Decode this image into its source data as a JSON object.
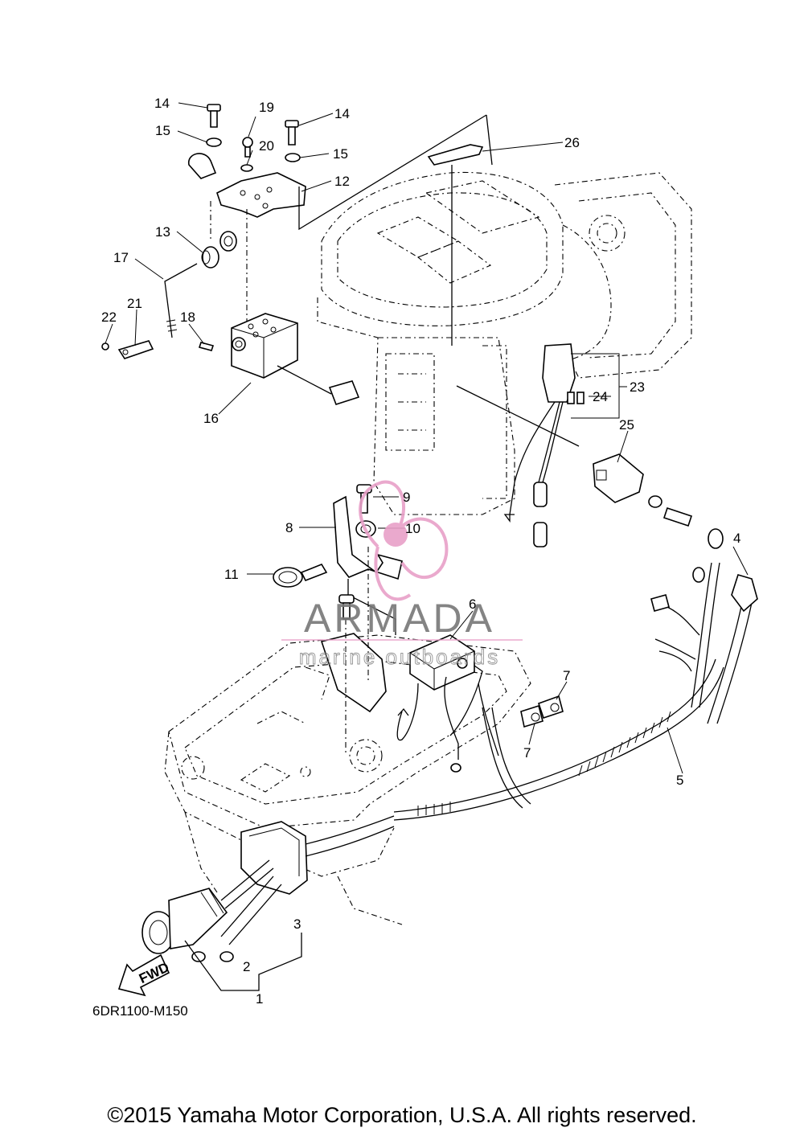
{
  "diagram_code": "6DR1100-M150",
  "copyright": "©2015 Yamaha Motor Corporation, U.S.A. All rights reserved.",
  "fwd_label": "FWD",
  "watermark": {
    "brand": "ARMADA",
    "tagline": "marine outboards",
    "color": "#e8a0c8"
  },
  "callouts": {
    "c1": "1",
    "c2": "2",
    "c3": "3",
    "c4": "4",
    "c5": "5",
    "c6": "6",
    "c7a": "7",
    "c7b": "7",
    "c8": "8",
    "c9": "9",
    "c10": "10",
    "c11": "11",
    "c12": "12",
    "c13": "13",
    "c14a": "14",
    "c14b": "14",
    "c15a": "15",
    "c15b": "15",
    "c16": "16",
    "c17": "17",
    "c18": "18",
    "c19": "19",
    "c20": "20",
    "c21": "21",
    "c22": "22",
    "c23": "23",
    "c24": "24",
    "c25": "25",
    "c26": "26"
  }
}
